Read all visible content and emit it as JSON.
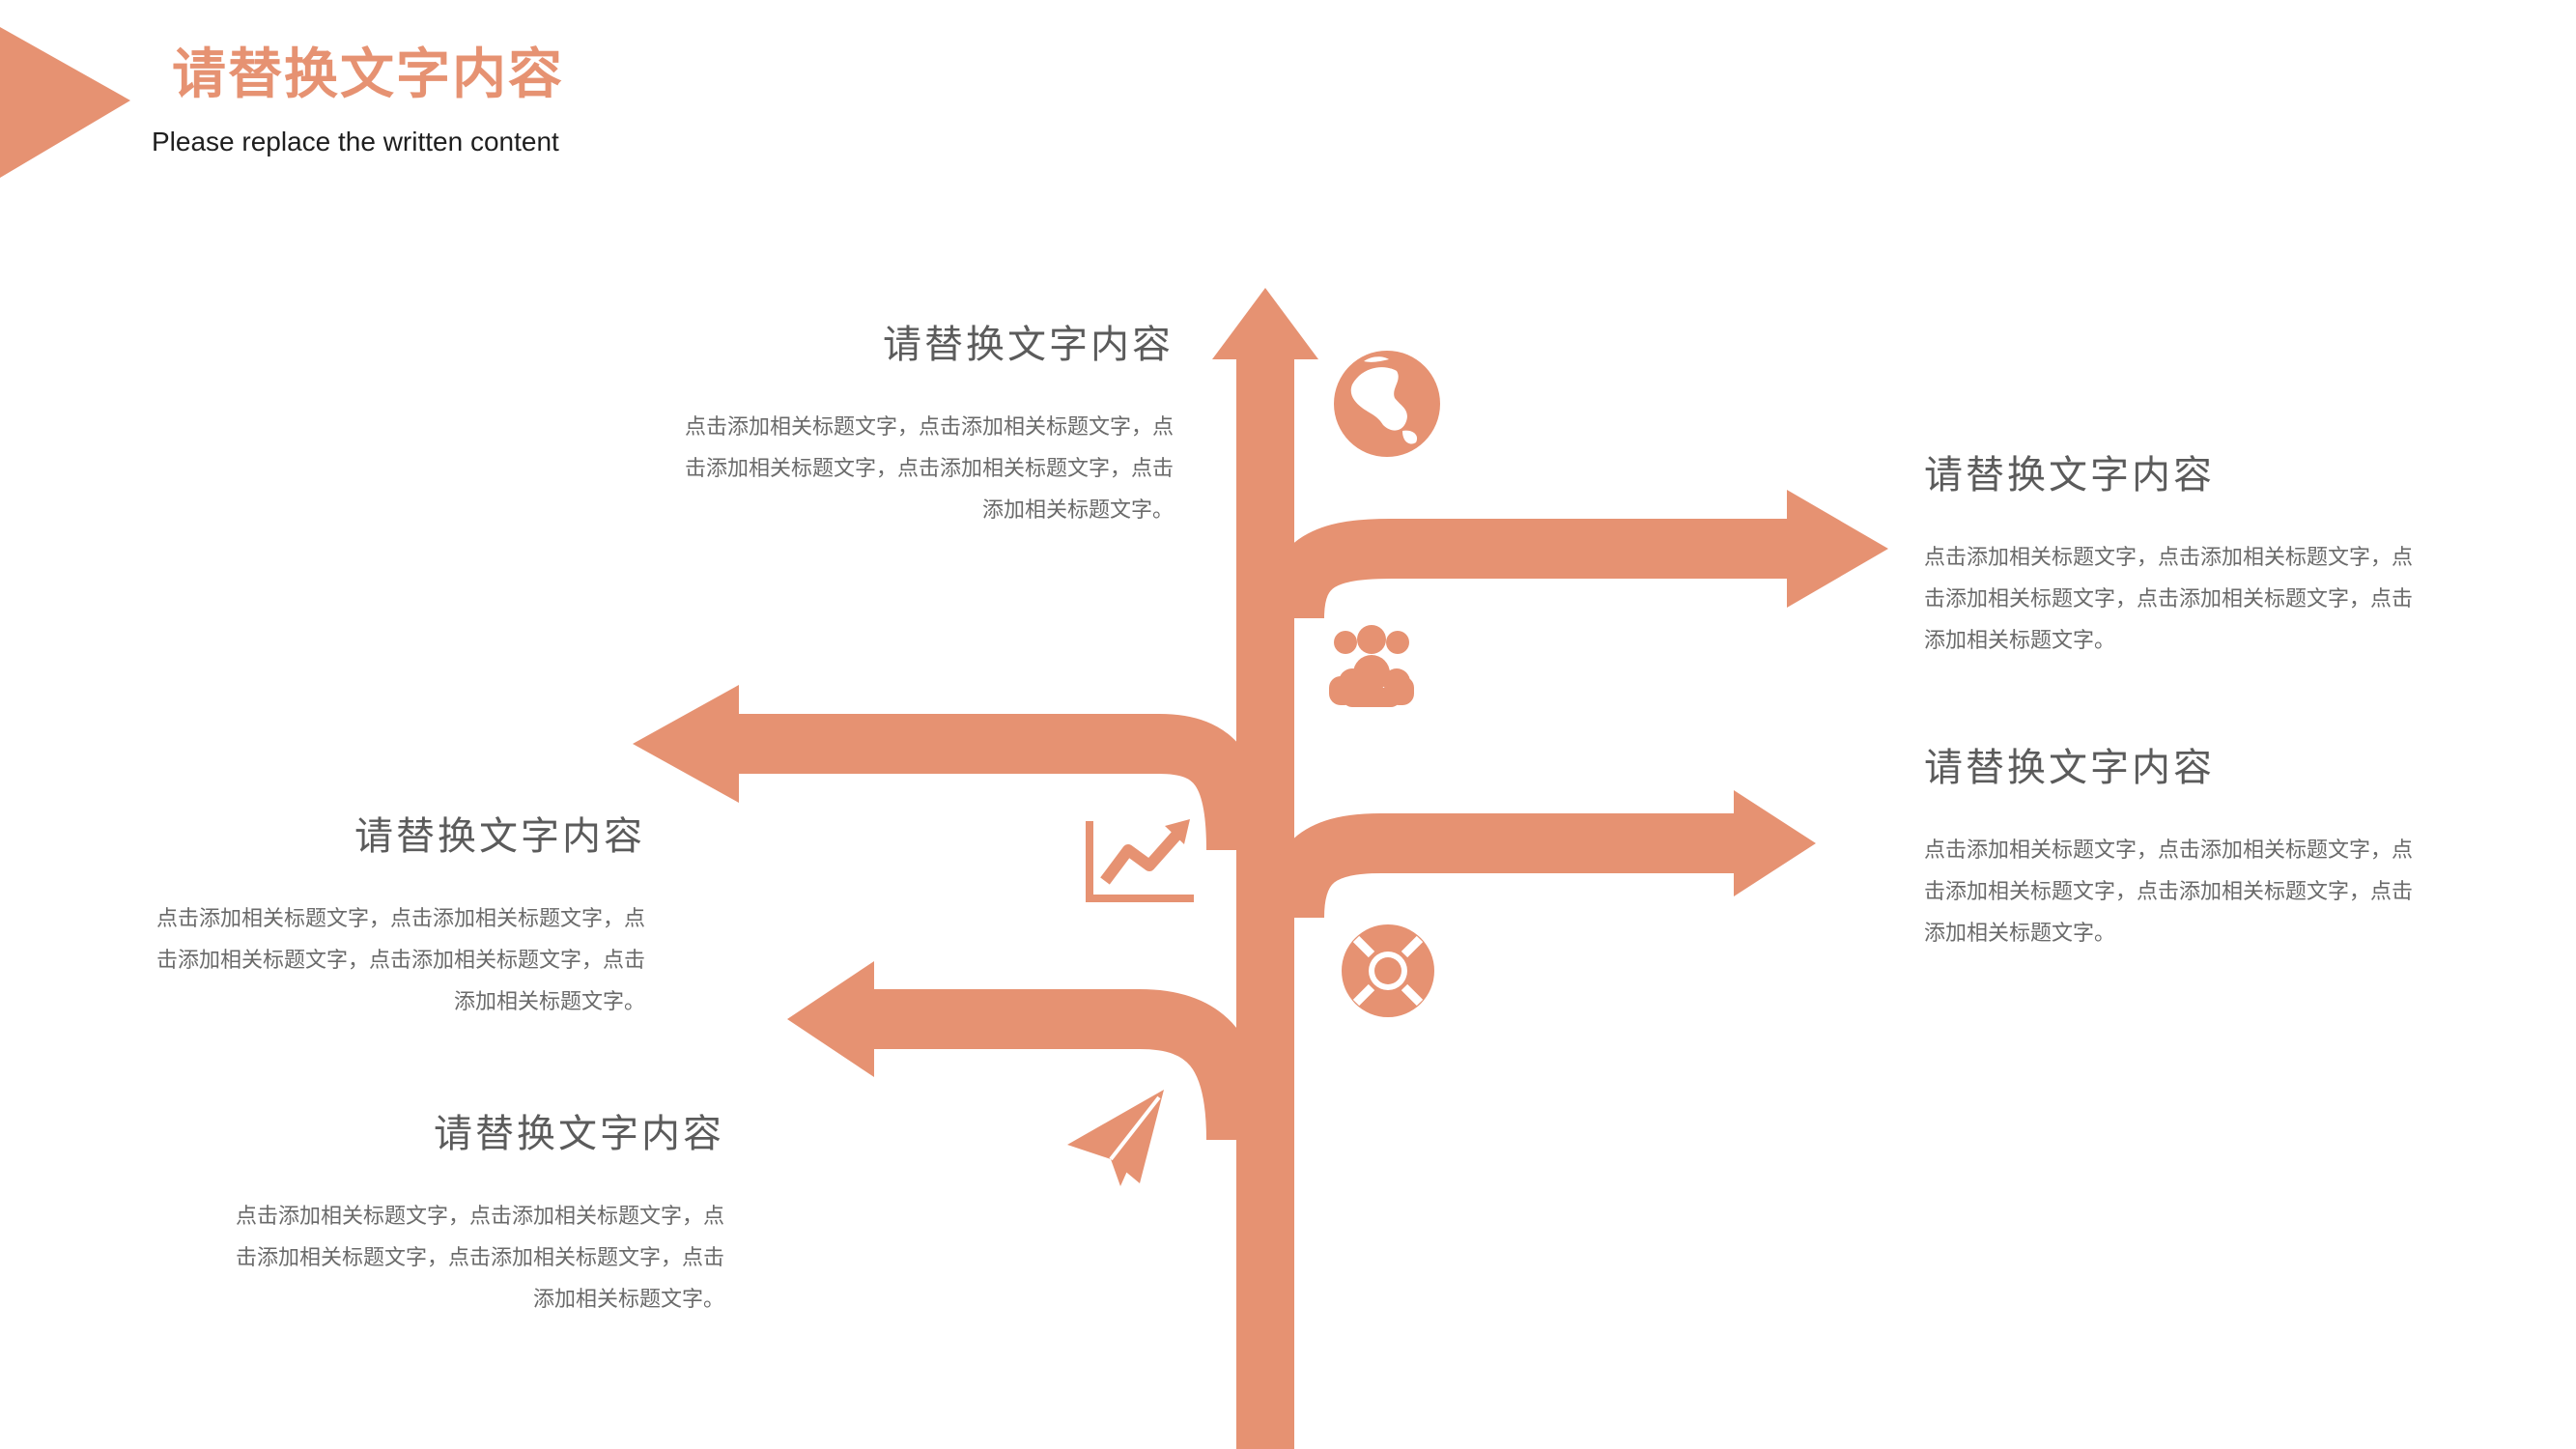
{
  "header": {
    "title": "请替换文字内容",
    "subtitle": "Please replace the written content"
  },
  "colors": {
    "accent": "#E69272",
    "title_text": "#5b5b5b",
    "body_text": "#6a6a6a",
    "background": "#ffffff"
  },
  "blocks": [
    {
      "title": "请替换文字内容",
      "body": "点击添加相关标题文字，点击添加相关标题文字，点击添加相关标题文字，点击添加相关标题文字，点击添加相关标题文字。"
    },
    {
      "title": "请替换文字内容",
      "body": "点击添加相关标题文字，点击添加相关标题文字，点击添加相关标题文字，点击添加相关标题文字，点击添加相关标题文字。"
    },
    {
      "title": "请替换文字内容",
      "body": "点击添加相关标题文字，点击添加相关标题文字，点击添加相关标题文字，点击添加相关标题文字，点击添加相关标题文字。"
    },
    {
      "title": "请替换文字内容",
      "body": "点击添加相关标题文字，点击添加相关标题文字，点击添加相关标题文字，点击添加相关标题文字，点击添加相关标题文字。"
    },
    {
      "title": "请替换文字内容",
      "body": "点击添加相关标题文字，点击添加相关标题文字，点击添加相关标题文字，点击添加相关标题文字，点击添加相关标题文字。"
    }
  ],
  "icons": [
    "globe-icon",
    "users-icon",
    "chart-trend-icon",
    "lifebuoy-icon",
    "paper-plane-icon"
  ]
}
